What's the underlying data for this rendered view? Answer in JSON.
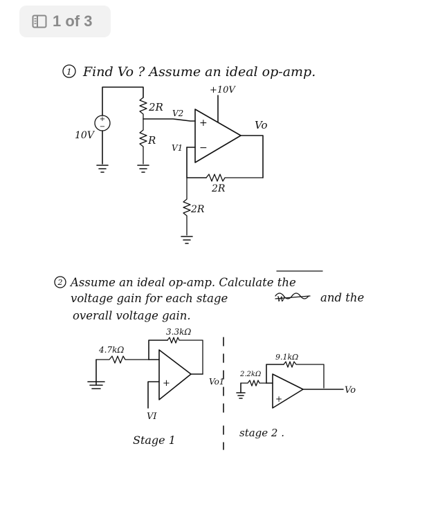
{
  "viewer": {
    "page_counter": "1 of 3",
    "icon": "pages-icon"
  },
  "problem1": {
    "number": "1",
    "question": "Find Vo ? Assume an ideal op-amp.",
    "supply": "+10V",
    "source": "10V",
    "source_polarity_plus": "+",
    "source_polarity_minus": "−",
    "r_top": "2R",
    "r_bottom": "R",
    "node_v2": "V2",
    "node_v1": "V1",
    "plus_terminal": "+",
    "minus_terminal": "−",
    "output": "Vo",
    "r_feedback": "2R",
    "r_ground": "2R"
  },
  "problem2": {
    "number": "2",
    "question_line1": "Assume an ideal op-amp. Calculate the",
    "question_line2": "voltage gain for each stage",
    "question_line2_end": "and the",
    "question_line3": "overall voltage gain.",
    "stage1": {
      "r_input": "4.7kΩ",
      "r_feedback": "3.3kΩ",
      "plus_terminal": "+",
      "input": "VI",
      "output": "Vo1",
      "label": "Stage 1"
    },
    "stage2": {
      "r_input": "2.2kΩ",
      "r_feedback": "9.1kΩ",
      "plus_terminal": "+",
      "output": "Vo",
      "label": "stage 2 ."
    }
  }
}
